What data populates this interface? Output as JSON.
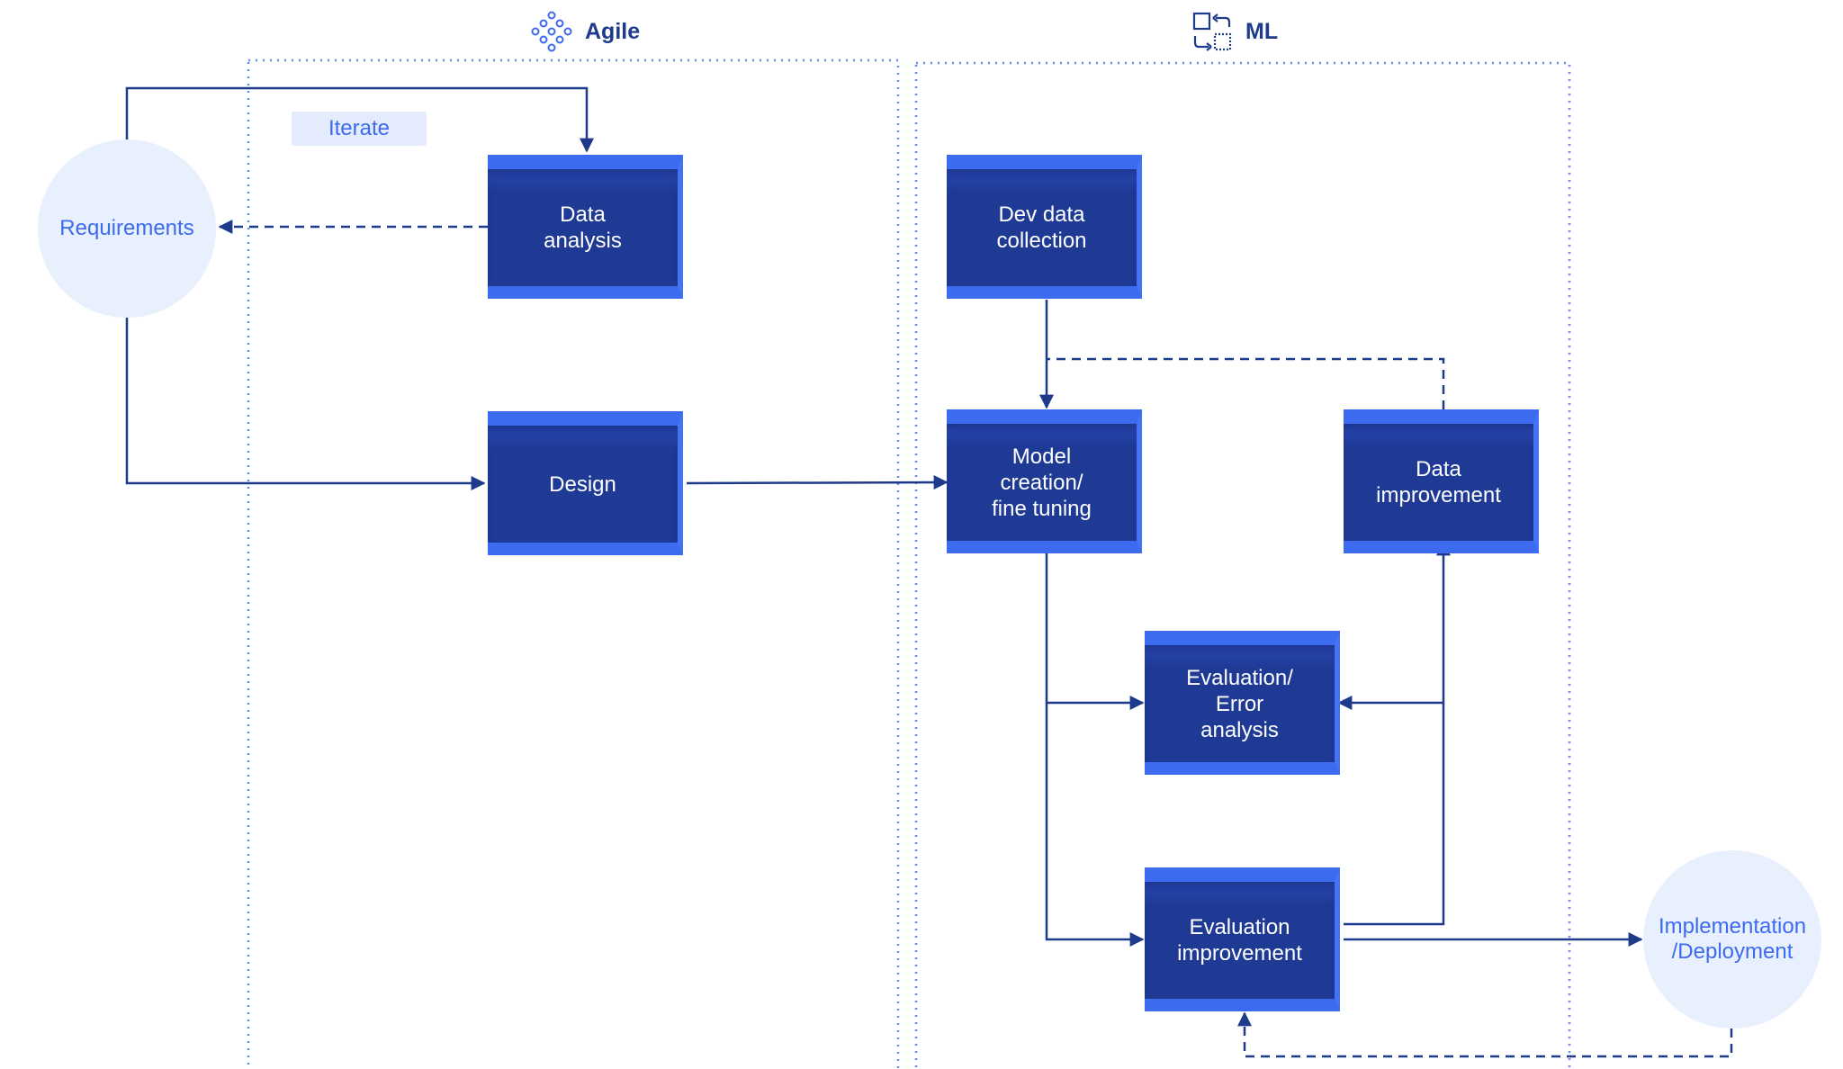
{
  "sections": {
    "agile": {
      "label": "Agile",
      "icon": "network-nodes-icon"
    },
    "ml": {
      "label": "ML",
      "icon": "shapes-cycle-icon"
    }
  },
  "tag": {
    "iterate": "Iterate"
  },
  "nodes": {
    "requirements": "Requirements",
    "data_analysis": "Data\nanalysis",
    "design": "Design",
    "dev_data_collection": "Dev data\ncollection",
    "model_creation": "Model\ncreation/\nfine tuning",
    "data_improvement": "Data\nimprovement",
    "evaluation_error": "Evaluation/\nError\nanalysis",
    "evaluation_improvement": "Evaluation\nimprovement",
    "implementation": "Implementation\n/Deployment"
  },
  "colors": {
    "box_fill": "#1e3a95",
    "box_edge": "#3d6bf0",
    "line": "#1e3a8a",
    "circle_fill": "#e8effd",
    "circle_text": "#3d6bf0",
    "dotted_border": "#5b8def"
  }
}
